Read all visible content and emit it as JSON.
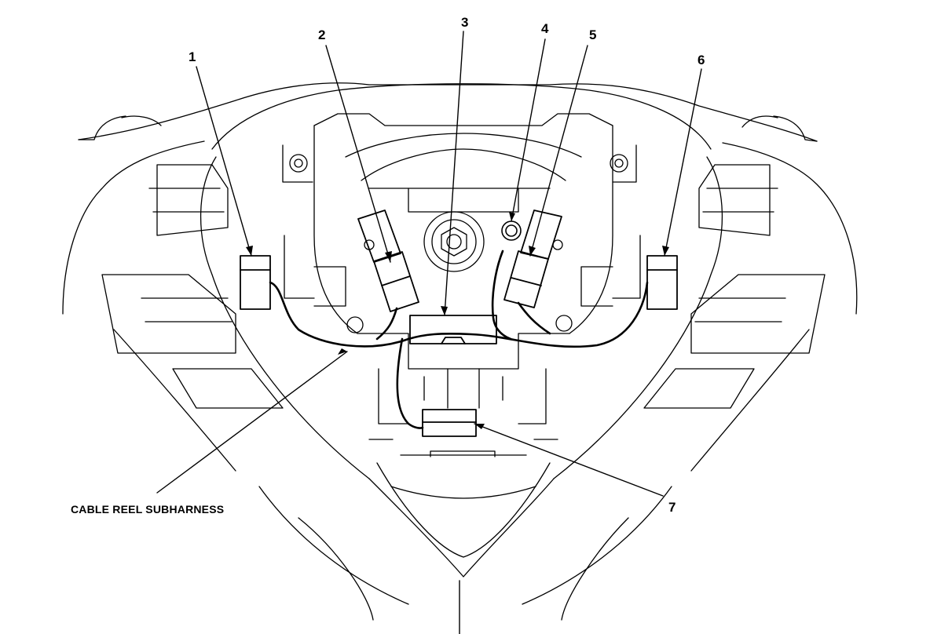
{
  "callouts": {
    "c1": "1",
    "c2": "2",
    "c3": "3",
    "c4": "4",
    "c5": "5",
    "c6": "6",
    "c7": "7"
  },
  "labels": {
    "cable_reel_subharness": "CABLE REEL SUBHARNESS"
  },
  "colors": {
    "line": "#000000",
    "background": "#ffffff"
  }
}
